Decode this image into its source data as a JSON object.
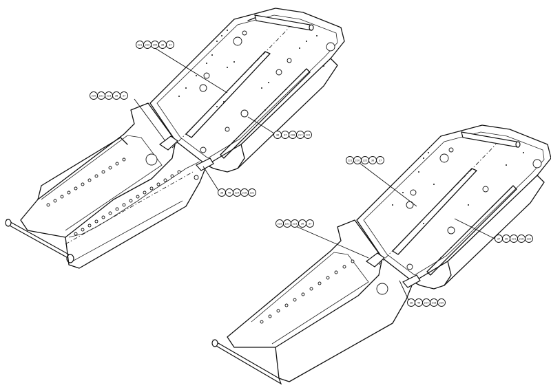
{
  "diagram": {
    "assemblies": [
      {
        "id": "upper-left",
        "callouts": [
          {
            "label": [
              "221",
              "220",
              "205",
              "36",
              "37"
            ]
          },
          {
            "label": [
              "220",
              "221",
              "223",
              "36",
              "37"
            ]
          },
          {
            "label": [
              "46",
              "47",
              "208",
              "217",
              "222"
            ]
          },
          {
            "label": [
              "38",
              "46",
              "224",
              "218",
              "221"
            ]
          }
        ]
      },
      {
        "id": "lower-right",
        "callouts": [
          {
            "label": [
              "221",
              "220",
              "225",
              "36",
              "37"
            ]
          },
          {
            "label": [
              "225",
              "221",
              "223",
              "36",
              "37"
            ]
          },
          {
            "label": [
              "37",
              "36",
              "221",
              "218",
              "222"
            ]
          },
          {
            "label": [
              "38",
              "46",
              "224",
              "218",
              "220"
            ]
          }
        ]
      }
    ]
  }
}
